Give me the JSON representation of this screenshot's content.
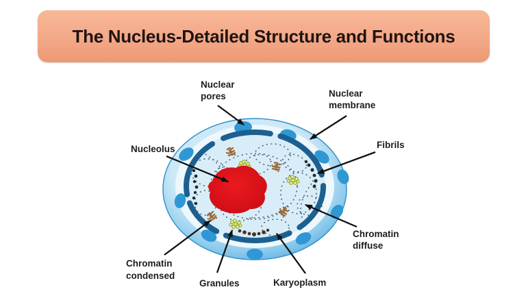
{
  "title": "The Nucleus-Detailed Structure and Functions",
  "labels": {
    "nuclear_pores": {
      "line1": "Nuclear",
      "line2": "pores"
    },
    "nuclear_membrane": {
      "line1": "Nuclear",
      "line2": "membrane"
    },
    "nucleolus": {
      "text": "Nucleolus"
    },
    "fibrils": {
      "text": "Fibrils"
    },
    "chromatin_diffuse": {
      "line1": "Chromatin",
      "line2": "diffuse"
    },
    "chromatin_condensed": {
      "line1": "Chromatin",
      "line2": "condensed"
    },
    "granules": {
      "text": "Granules"
    },
    "karyoplasm": {
      "text": "Karyoplasm"
    }
  },
  "colors": {
    "banner_top": "#F7B897",
    "banner_mid": "#F3A887",
    "banner_bottom": "#EE9874",
    "title_text": "#1E1412",
    "label_text": "#1C1C1C",
    "arrow": "#111111",
    "rim_outer": "#45A3DC",
    "rim_mid": "#8ECBED",
    "rim_inner": "#CDE9F7",
    "rim_outline": "#2E8EC6",
    "pore": "#2F98D4",
    "gap_ring": "#EDF7FC",
    "karyoplasm_fill": "#D9EDF8",
    "inner_membrane": "#1C6090",
    "chromatin_dots": "#4A6374",
    "fibril_dot": "#1D2A33",
    "fibril_brown": "#473225",
    "condensed_brown": "#9B6A3A",
    "granule_stroke": "#9DB025",
    "granule_fill": "#F0F4C0",
    "nucleolus_center": "#EA1A1F",
    "nucleolus_edge": "#CF0D15"
  }
}
